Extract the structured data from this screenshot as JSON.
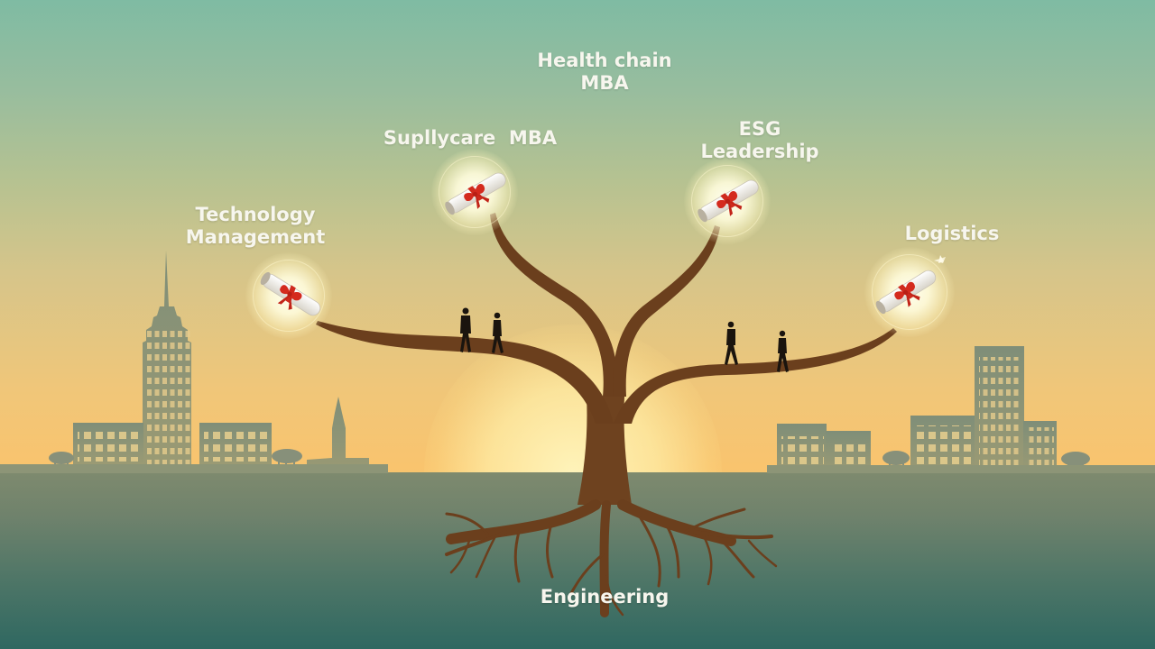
{
  "scene": {
    "description": "Career tree illustration: roots labeled Engineering branching into graduate degree paths with diplomas, silhouetted walkers on branches, city skylines at sunset",
    "colors": {
      "sky_top": "#7fbba3",
      "sky_horizon": "#f9c46e",
      "ground": "#4f7667",
      "tree": "#6b3f1d",
      "buildings": "#8a9477",
      "ribbon": "#d42a1e",
      "label_text": "#f7f6ee"
    }
  },
  "labels": {
    "root": "Engineering",
    "branches": [
      {
        "id": "technology-management",
        "line1": "Technology",
        "line2": "Management"
      },
      {
        "id": "supplycare-mba",
        "line1": "Supllycare  MBA",
        "line2": ""
      },
      {
        "id": "health-chain-mba",
        "line1": "Health chain",
        "line2": "MBA"
      },
      {
        "id": "esg-leadership",
        "line1": "ESG",
        "line2": "Leadership"
      },
      {
        "id": "logistics",
        "line1": "Logistics",
        "line2": ""
      }
    ]
  },
  "diplomas": [
    {
      "branch": "technology-management",
      "icon": "diploma-scroll-icon"
    },
    {
      "branch": "supplycare-mba",
      "icon": "diploma-scroll-icon"
    },
    {
      "branch": "esg-leadership",
      "icon": "diploma-scroll-icon"
    },
    {
      "branch": "logistics",
      "icon": "diploma-scroll-icon"
    }
  ],
  "walkers": {
    "count": 4
  }
}
